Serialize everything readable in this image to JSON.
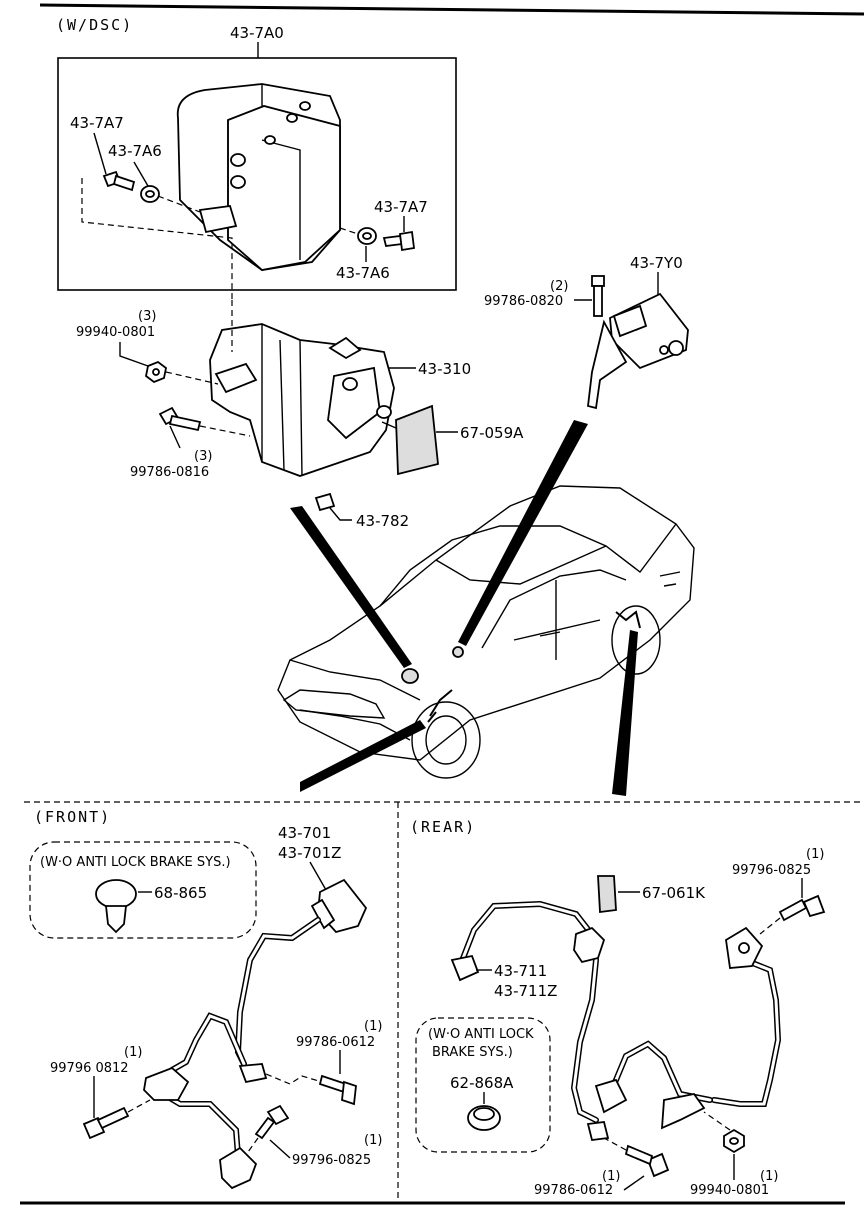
{
  "header": {
    "variant": "(W/DSC)"
  },
  "sections": {
    "front": "(FRONT)",
    "rear": "(REAR)"
  },
  "notes": {
    "front_wo_abs": "(W·O ANTI LOCK BRAKE SYS.)",
    "rear_wo_abs_line1": "(W·O ANTI LOCK",
    "rear_wo_abs_line2": "BRAKE SYS.)"
  },
  "parts": {
    "hu_unit": "43-7A0",
    "bolt_a7_left": "43-7A7",
    "bush_a6_left": "43-7A6",
    "bolt_a7_right": "43-7A7",
    "bush_a6_right": "43-7A6",
    "sensor_7y0": "43-7Y0",
    "bolt_0820": "99786-0820",
    "bolt_0820_qty": "(2)",
    "nut_0801": "99940-0801",
    "nut_0801_qty": "(3)",
    "bracket_310": "43-310",
    "pad_059a": "67-059A",
    "bolt_0816": "99786-0816",
    "bolt_0816_qty": "(3)",
    "clip_782": "43-782",
    "front_sensor_1": "43-701",
    "front_sensor_2": "43-701Z",
    "plug_865": "68-865",
    "bolt_0612_front": "99786-0612",
    "bolt_0612_front_qty": "(1)",
    "bolt_0812": "99796 0812",
    "bolt_0812_qty": "(1)",
    "bolt_0825_front": "99796-0825",
    "bolt_0825_front_qty": "(1)",
    "label_061k": "67-061K",
    "bolt_0825_rear": "99796-0825",
    "bolt_0825_rear_qty": "(1)",
    "rear_sensor_1": "43-711",
    "rear_sensor_2": "43-711Z",
    "plug_868a": "62-868A",
    "bolt_0612_rear": "99786-0612",
    "bolt_0612_rear_qty": "(1)",
    "nut_0801_rear": "99940-0801",
    "nut_0801_rear_qty": "(1)"
  }
}
